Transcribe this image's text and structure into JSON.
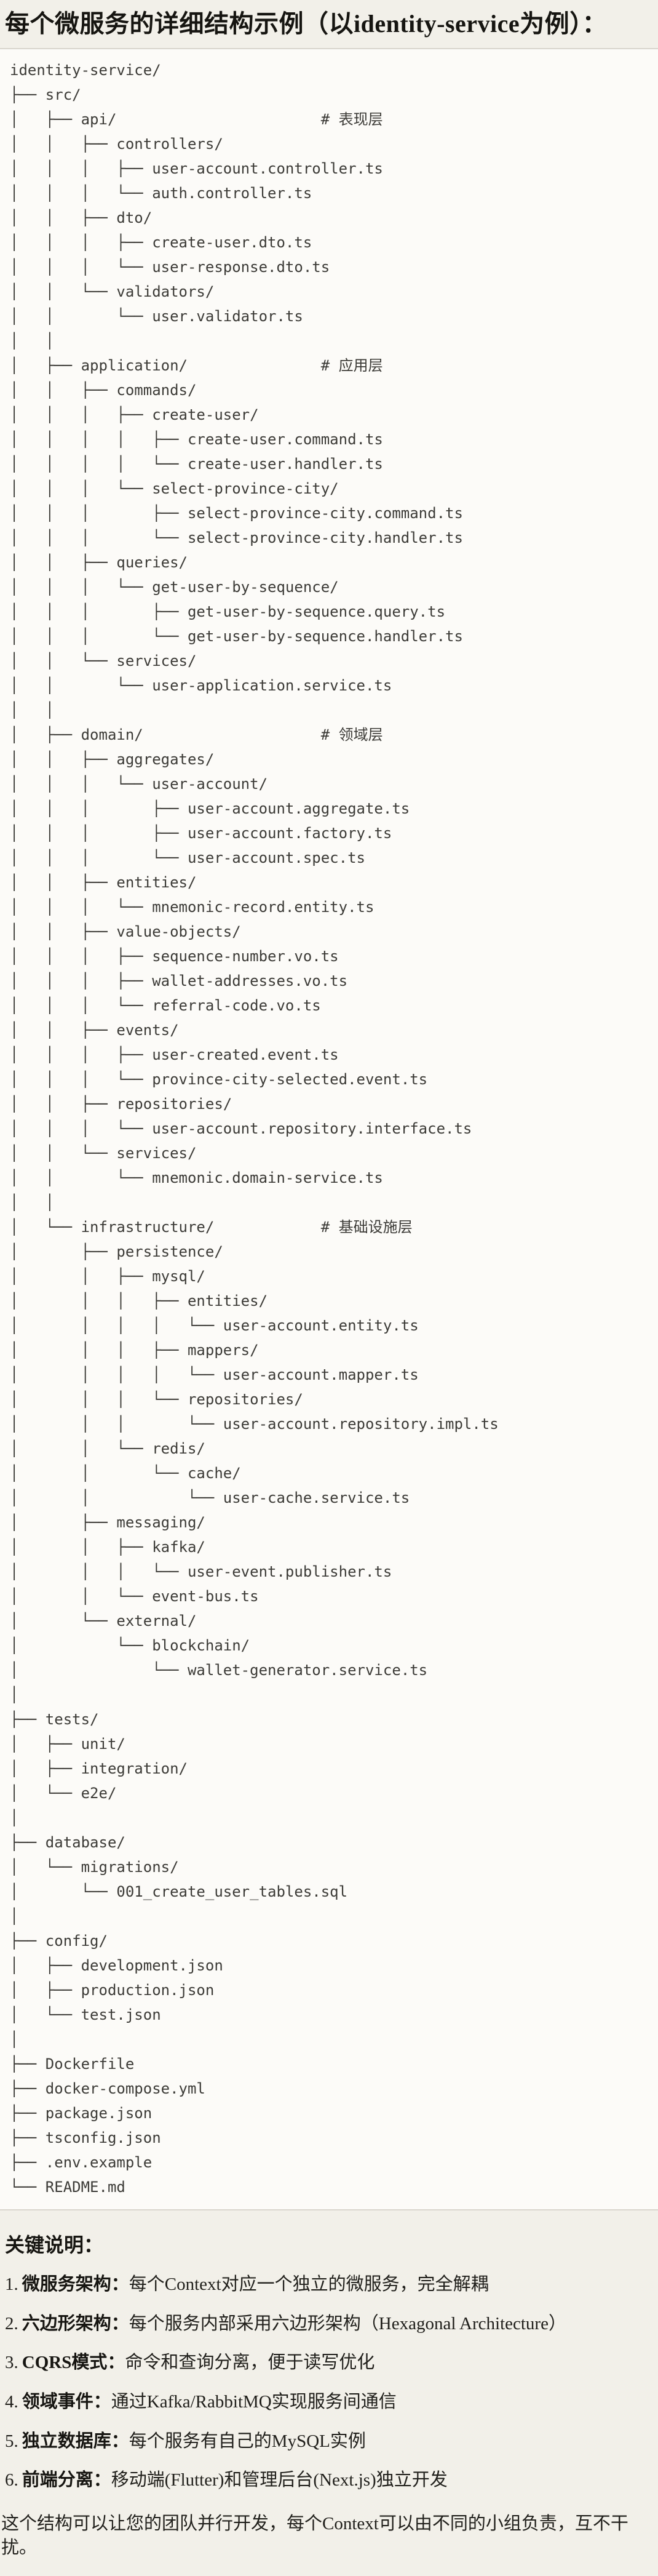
{
  "title": "每个微服务的详细结构示例（以identity-service为例）：",
  "tree_lines": [
    "identity-service/",
    "├── src/",
    "│   ├── api/                       # 表现层",
    "│   │   ├── controllers/",
    "│   │   │   ├── user-account.controller.ts",
    "│   │   │   └── auth.controller.ts",
    "│   │   ├── dto/",
    "│   │   │   ├── create-user.dto.ts",
    "│   │   │   └── user-response.dto.ts",
    "│   │   └── validators/",
    "│   │       └── user.validator.ts",
    "│   │",
    "│   ├── application/               # 应用层",
    "│   │   ├── commands/",
    "│   │   │   ├── create-user/",
    "│   │   │   │   ├── create-user.command.ts",
    "│   │   │   │   └── create-user.handler.ts",
    "│   │   │   └── select-province-city/",
    "│   │   │       ├── select-province-city.command.ts",
    "│   │   │       └── select-province-city.handler.ts",
    "│   │   ├── queries/",
    "│   │   │   └── get-user-by-sequence/",
    "│   │   │       ├── get-user-by-sequence.query.ts",
    "│   │   │       └── get-user-by-sequence.handler.ts",
    "│   │   └── services/",
    "│   │       └── user-application.service.ts",
    "│   │",
    "│   ├── domain/                    # 领域层",
    "│   │   ├── aggregates/",
    "│   │   │   └── user-account/",
    "│   │   │       ├── user-account.aggregate.ts",
    "│   │   │       ├── user-account.factory.ts",
    "│   │   │       └── user-account.spec.ts",
    "│   │   ├── entities/",
    "│   │   │   └── mnemonic-record.entity.ts",
    "│   │   ├── value-objects/",
    "│   │   │   ├── sequence-number.vo.ts",
    "│   │   │   ├── wallet-addresses.vo.ts",
    "│   │   │   └── referral-code.vo.ts",
    "│   │   ├── events/",
    "│   │   │   ├── user-created.event.ts",
    "│   │   │   └── province-city-selected.event.ts",
    "│   │   ├── repositories/",
    "│   │   │   └── user-account.repository.interface.ts",
    "│   │   └── services/",
    "│   │       └── mnemonic.domain-service.ts",
    "│   │",
    "│   └── infrastructure/            # 基础设施层",
    "│       ├── persistence/",
    "│       │   ├── mysql/",
    "│       │   │   ├── entities/",
    "│       │   │   │   └── user-account.entity.ts",
    "│       │   │   ├── mappers/",
    "│       │   │   │   └── user-account.mapper.ts",
    "│       │   │   └── repositories/",
    "│       │   │       └── user-account.repository.impl.ts",
    "│       │   └── redis/",
    "│       │       └── cache/",
    "│       │           └── user-cache.service.ts",
    "│       ├── messaging/",
    "│       │   ├── kafka/",
    "│       │   │   └── user-event.publisher.ts",
    "│       │   └── event-bus.ts",
    "│       └── external/",
    "│           └── blockchain/",
    "│               └── wallet-generator.service.ts",
    "│",
    "├── tests/",
    "│   ├── unit/",
    "│   ├── integration/",
    "│   └── e2e/",
    "│",
    "├── database/",
    "│   └── migrations/",
    "│       └── 001_create_user_tables.sql",
    "│",
    "├── config/",
    "│   ├── development.json",
    "│   ├── production.json",
    "│   └── test.json",
    "│",
    "├── Dockerfile",
    "├── docker-compose.yml",
    "├── package.json",
    "├── tsconfig.json",
    "├── .env.example",
    "└── README.md"
  ],
  "notes": {
    "heading": "关键说明：",
    "label_separator": "：",
    "items": [
      {
        "num": "1.",
        "label": "微服务架构",
        "text": "每个Context对应一个独立的微服务，完全解耦"
      },
      {
        "num": "2.",
        "label": "六边形架构",
        "text": "每个服务内部采用六边形架构（Hexagonal Architecture）"
      },
      {
        "num": "3.",
        "label": "CQRS模式",
        "text": "命令和查询分离，便于读写优化"
      },
      {
        "num": "4.",
        "label": "领域事件",
        "text": "通过Kafka/RabbitMQ实现服务间通信"
      },
      {
        "num": "5.",
        "label": "独立数据库",
        "text": "每个服务有自己的MySQL实例"
      },
      {
        "num": "6.",
        "label": "前端分离",
        "text": "移动端(Flutter)和管理后台(Next.js)独立开发"
      }
    ]
  },
  "closing": "这个结构可以让您的团队并行开发，每个Context可以由不同的小组负责，互不干扰。",
  "colors": {
    "page_bg": "#F2F0E9",
    "code_bg": "#FCFBF8",
    "code_border": "#D9D6CE",
    "heading_text": "#161511",
    "code_text": "#3C3B37",
    "body_text": "#21201C"
  }
}
